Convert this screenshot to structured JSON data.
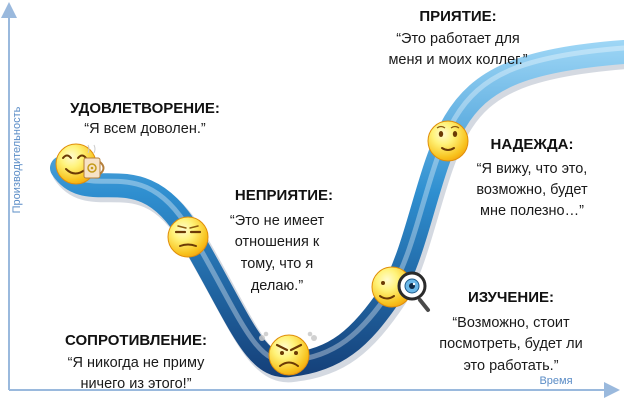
{
  "axes": {
    "y_label": "Производительность",
    "x_label": "Время"
  },
  "stages": [
    {
      "key": "satisfaction",
      "title": "УДОВЛЕТВОРЕНИЕ:",
      "quote": [
        "“Я всем доволен.”"
      ],
      "emotion": "content-smiley-with-coffee-mug"
    },
    {
      "key": "denial",
      "title": "НЕПРИЯТИЕ:",
      "quote": [
        "“Это не имеет",
        "отношения к",
        "тому, что я",
        "делаю.”"
      ],
      "emotion": "indifferent-smiley"
    },
    {
      "key": "resistance",
      "title": "СОПРОТИВЛЕНИЕ:",
      "quote": [
        "“Я никогда не приму",
        "ничего из этого!”"
      ],
      "emotion": "angry-smiley"
    },
    {
      "key": "exploration",
      "title": "ИЗУЧЕНИЕ:",
      "quote": [
        "“Возможно, стоит",
        "посмотреть, будет ли",
        "это работать.”"
      ],
      "emotion": "smiley-with-magnifying-glass"
    },
    {
      "key": "hope",
      "title": "НАДЕЖДА:",
      "quote": [
        "“Я вижу, что это,",
        "возможно, будет",
        "мне полезно…”"
      ],
      "emotion": "hopeful-smiley"
    },
    {
      "key": "acceptance",
      "title": "ПРИЯТИЕ:",
      "quote": [
        "“Это работает для",
        "меня и моих коллег.”"
      ],
      "emotion": null
    }
  ],
  "colors": {
    "curve_light": "#9fd7f6",
    "curve_mid": "#2f8fd0",
    "curve_dark": "#143e77",
    "axis": "#9ab9dd",
    "smiley_light": "#fff37a",
    "smiley_dark": "#f3a10f"
  }
}
